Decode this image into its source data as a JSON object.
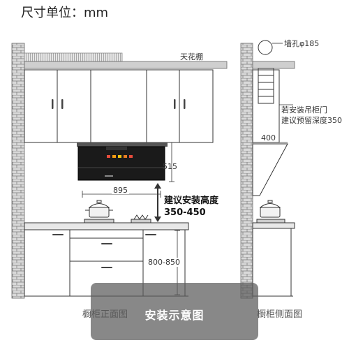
{
  "header": {
    "unit_note": "尺寸单位：mm"
  },
  "labels": {
    "ceiling": "天花棚",
    "wall_hole": "墙孔φ185",
    "hood_height": "515",
    "hood_width": "895",
    "install_height_title": "建议安装高度",
    "install_height_value": "350-450",
    "cabinet_height": "800-850",
    "door_note_line1": "若安装吊柜门",
    "door_note_line2": "建议预留深度350",
    "depth_400": "400",
    "front_view": "橱柜正面图",
    "side_view": "橱柜侧面图"
  },
  "banner": {
    "text": "安装示意图"
  },
  "colors": {
    "brick": "#8a8a8a",
    "line": "#333333",
    "hood_glass": "#1a1a1a",
    "arrow_red": "#c0392b"
  }
}
